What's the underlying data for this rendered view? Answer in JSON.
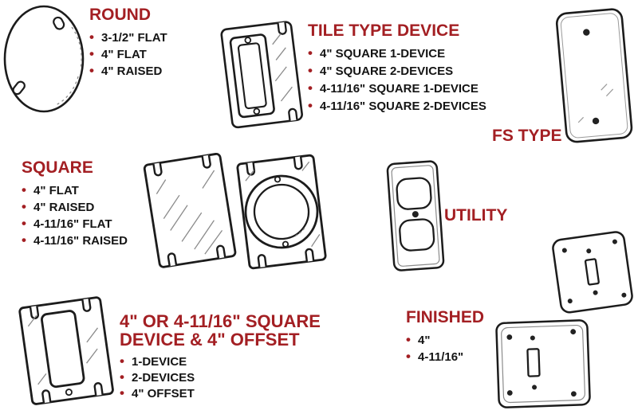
{
  "palette": {
    "heading_color": "#a31f23",
    "bullet_color": "#a31f23",
    "body_text_color": "#141414",
    "line_art_color": "#1c1c1c",
    "background": "#ffffff"
  },
  "sections": {
    "round": {
      "title": "ROUND",
      "items": [
        "3-1/2\" FLAT",
        "4\" FLAT",
        "4\" RAISED"
      ]
    },
    "tile": {
      "title": "TILE TYPE DEVICE",
      "items": [
        "4\" SQUARE 1-DEVICE",
        "4\" SQUARE 2-DEVICES",
        "4-11/16\" SQUARE 1-DEVICE",
        "4-11/16\" SQUARE 2-DEVICES"
      ]
    },
    "fs": {
      "title": "FS TYPE"
    },
    "square": {
      "title": "SQUARE",
      "items": [
        "4\" FLAT",
        "4\" RAISED",
        "4-11/16\" FLAT",
        "4-11/16\" RAISED"
      ]
    },
    "utility": {
      "title": "UTILITY"
    },
    "device_offset": {
      "title_line1": "4\" OR 4-11/16\" SQUARE",
      "title_line2": "DEVICE & 4\" OFFSET",
      "items": [
        "1-DEVICE",
        "2-DEVICES",
        "4\" OFFSET"
      ]
    },
    "finished": {
      "title": "FINISHED",
      "items": [
        "4\"",
        "4-11/16\""
      ]
    }
  },
  "illustrations": {
    "round_cover": "round-blank-cover",
    "tile_cover": "tile-type-1-device-cover",
    "fs_cover": "fs-blank-cover",
    "square_flat_cover": "square-flat-blank-cover",
    "square_raised_cover": "square-raised-ring-cover",
    "utility_cover": "utility-duplex-receptacle-cover",
    "device_cover": "square-1-device-cover",
    "finished_cover_small": "finished-toggle-cover-4in",
    "finished_cover_large": "finished-toggle-cover-4-11-16in"
  }
}
